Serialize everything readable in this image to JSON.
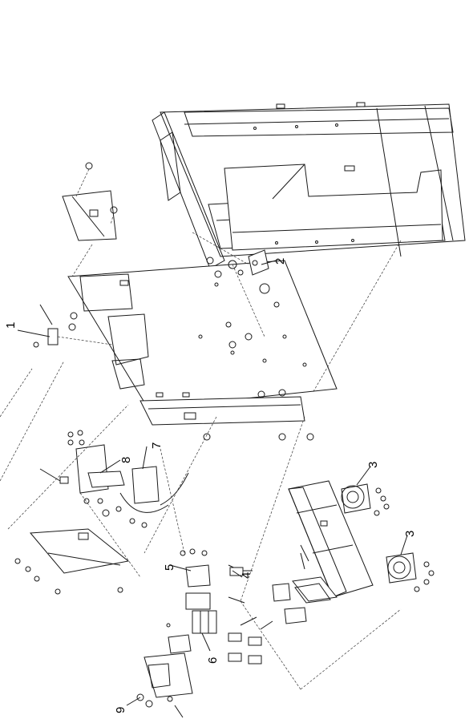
{
  "callouts": [
    {
      "id": "c1",
      "text": "1"
    },
    {
      "id": "c2",
      "text": "2"
    },
    {
      "id": "c3a",
      "text": "3"
    },
    {
      "id": "c3b",
      "text": "3"
    },
    {
      "id": "c4",
      "text": "4"
    },
    {
      "id": "c5",
      "text": "5"
    },
    {
      "id": "c6",
      "text": "6"
    },
    {
      "id": "c7",
      "text": "7"
    },
    {
      "id": "c8",
      "text": "8"
    },
    {
      "id": "c9",
      "text": "9"
    }
  ]
}
